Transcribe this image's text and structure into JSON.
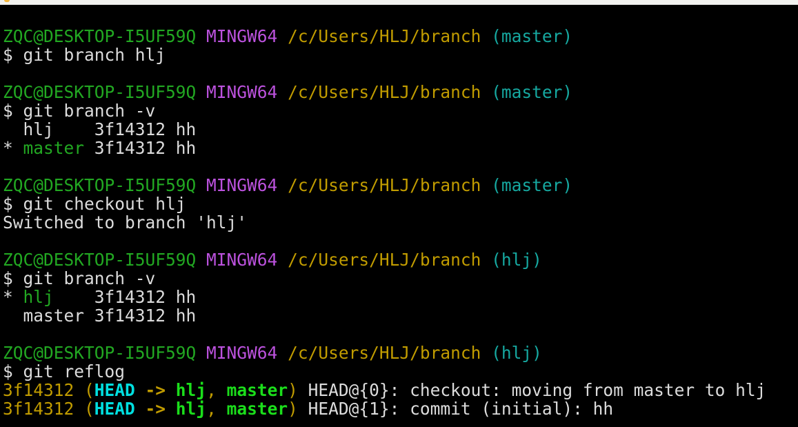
{
  "window": {
    "top_strip_color": "#F2F2EF",
    "artifact_color": "#F5B940"
  },
  "terminal": {
    "background": "#000000",
    "palette": {
      "fg": "#DCDCDC",
      "green": "#22A822",
      "brightGreen": "#1BDE1B",
      "purple": "#BC52DE",
      "yellow": "#C19C00",
      "cyan": "#16A8A0",
      "brightCyan": "#00DFE0"
    },
    "prompt": {
      "user_host": "ZQC@DESKTOP-I5UF59Q",
      "env": "MINGW64",
      "path": "/c/Users/HLJ/branch"
    },
    "lines": [
      [
        {
          "t": "ZQC@DESKTOP-I5UF59Q",
          "c": "green",
          "n": "prompt-user-host"
        },
        {
          "t": " ",
          "c": "fg"
        },
        {
          "t": "MINGW64",
          "c": "purple",
          "n": "prompt-env"
        },
        {
          "t": " ",
          "c": "fg"
        },
        {
          "t": "/c/Users/HLJ/branch",
          "c": "yellow",
          "n": "prompt-path"
        },
        {
          "t": " ",
          "c": "fg"
        },
        {
          "t": "(master)",
          "c": "cyan",
          "n": "prompt-branch"
        }
      ],
      [
        {
          "t": "$ git branch hlj",
          "c": "fg",
          "n": "command-text"
        }
      ],
      [],
      [
        {
          "t": "ZQC@DESKTOP-I5UF59Q",
          "c": "green",
          "n": "prompt-user-host"
        },
        {
          "t": " ",
          "c": "fg"
        },
        {
          "t": "MINGW64",
          "c": "purple",
          "n": "prompt-env"
        },
        {
          "t": " ",
          "c": "fg"
        },
        {
          "t": "/c/Users/HLJ/branch",
          "c": "yellow",
          "n": "prompt-path"
        },
        {
          "t": " ",
          "c": "fg"
        },
        {
          "t": "(master)",
          "c": "cyan",
          "n": "prompt-branch"
        }
      ],
      [
        {
          "t": "$ git branch -v",
          "c": "fg",
          "n": "command-text"
        }
      ],
      [
        {
          "t": "  hlj    3f14312 hh",
          "c": "fg",
          "n": "branch-list-row"
        }
      ],
      [
        {
          "t": "* ",
          "c": "fg",
          "n": "current-branch-marker"
        },
        {
          "t": "master",
          "c": "green",
          "n": "branch-name"
        },
        {
          "t": " 3f14312 hh",
          "c": "fg",
          "n": "branch-list-row"
        }
      ],
      [],
      [
        {
          "t": "ZQC@DESKTOP-I5UF59Q",
          "c": "green",
          "n": "prompt-user-host"
        },
        {
          "t": " ",
          "c": "fg"
        },
        {
          "t": "MINGW64",
          "c": "purple",
          "n": "prompt-env"
        },
        {
          "t": " ",
          "c": "fg"
        },
        {
          "t": "/c/Users/HLJ/branch",
          "c": "yellow",
          "n": "prompt-path"
        },
        {
          "t": " ",
          "c": "fg"
        },
        {
          "t": "(master)",
          "c": "cyan",
          "n": "prompt-branch"
        }
      ],
      [
        {
          "t": "$ git checkout hlj",
          "c": "fg",
          "n": "command-text"
        }
      ],
      [
        {
          "t": "Switched to branch 'hlj'",
          "c": "fg",
          "n": "output-text"
        }
      ],
      [],
      [
        {
          "t": "ZQC@DESKTOP-I5UF59Q",
          "c": "green",
          "n": "prompt-user-host"
        },
        {
          "t": " ",
          "c": "fg"
        },
        {
          "t": "MINGW64",
          "c": "purple",
          "n": "prompt-env"
        },
        {
          "t": " ",
          "c": "fg"
        },
        {
          "t": "/c/Users/HLJ/branch",
          "c": "yellow",
          "n": "prompt-path"
        },
        {
          "t": " ",
          "c": "fg"
        },
        {
          "t": "(hlj)",
          "c": "cyan",
          "n": "prompt-branch"
        }
      ],
      [
        {
          "t": "$ git branch -v",
          "c": "fg",
          "n": "command-text"
        }
      ],
      [
        {
          "t": "* ",
          "c": "fg",
          "n": "current-branch-marker"
        },
        {
          "t": "hlj",
          "c": "green",
          "n": "branch-name"
        },
        {
          "t": "    3f14312 hh",
          "c": "fg",
          "n": "branch-list-row"
        }
      ],
      [
        {
          "t": "  master 3f14312 hh",
          "c": "fg",
          "n": "branch-list-row"
        }
      ],
      [],
      [
        {
          "t": "ZQC@DESKTOP-I5UF59Q",
          "c": "green",
          "n": "prompt-user-host"
        },
        {
          "t": " ",
          "c": "fg"
        },
        {
          "t": "MINGW64",
          "c": "purple",
          "n": "prompt-env"
        },
        {
          "t": " ",
          "c": "fg"
        },
        {
          "t": "/c/Users/HLJ/branch",
          "c": "yellow",
          "n": "prompt-path"
        },
        {
          "t": " ",
          "c": "fg"
        },
        {
          "t": "(hlj)",
          "c": "cyan",
          "n": "prompt-branch"
        }
      ],
      [
        {
          "t": "$ git reflog",
          "c": "fg",
          "n": "command-text"
        }
      ],
      [
        {
          "t": "3f14312 (",
          "c": "yellow",
          "n": "commit-sha"
        },
        {
          "t": "HEAD",
          "c": "brightCyan",
          "b": true,
          "n": "head-ref"
        },
        {
          "t": " -> ",
          "c": "yellow",
          "b": true,
          "n": "arrow"
        },
        {
          "t": "hlj",
          "c": "brightGreen",
          "b": true,
          "n": "branch-name"
        },
        {
          "t": ", ",
          "c": "yellow"
        },
        {
          "t": "master",
          "c": "brightGreen",
          "b": true,
          "n": "branch-name"
        },
        {
          "t": ") ",
          "c": "yellow"
        },
        {
          "t": "HEAD@{0}: checkout: moving from master to hlj",
          "c": "fg",
          "n": "reflog-entry"
        }
      ],
      [
        {
          "t": "3f14312 (",
          "c": "yellow",
          "n": "commit-sha"
        },
        {
          "t": "HEAD",
          "c": "brightCyan",
          "b": true,
          "n": "head-ref"
        },
        {
          "t": " -> ",
          "c": "yellow",
          "b": true,
          "n": "arrow"
        },
        {
          "t": "hlj",
          "c": "brightGreen",
          "b": true,
          "n": "branch-name"
        },
        {
          "t": ", ",
          "c": "yellow"
        },
        {
          "t": "master",
          "c": "brightGreen",
          "b": true,
          "n": "branch-name"
        },
        {
          "t": ") ",
          "c": "yellow"
        },
        {
          "t": "HEAD@{1}: commit (initial): hh",
          "c": "fg",
          "n": "reflog-entry"
        }
      ]
    ]
  }
}
